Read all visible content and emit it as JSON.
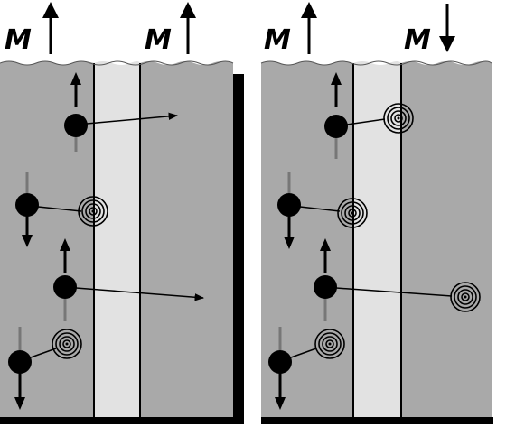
{
  "panels": [
    {
      "id": "left",
      "magnetizations": [
        {
          "label": "M",
          "direction": "up"
        },
        {
          "label": "M",
          "direction": "up"
        }
      ]
    },
    {
      "id": "right",
      "magnetizations": [
        {
          "label": "M",
          "direction": "up"
        },
        {
          "label": "M",
          "direction": "down"
        }
      ]
    }
  ],
  "colors": {
    "ferromagnet": "#a9a9a9",
    "spacer": "#e2e2e2",
    "electron": "#000000",
    "spin_arrow": "#000000",
    "shadow": "#000000"
  }
}
